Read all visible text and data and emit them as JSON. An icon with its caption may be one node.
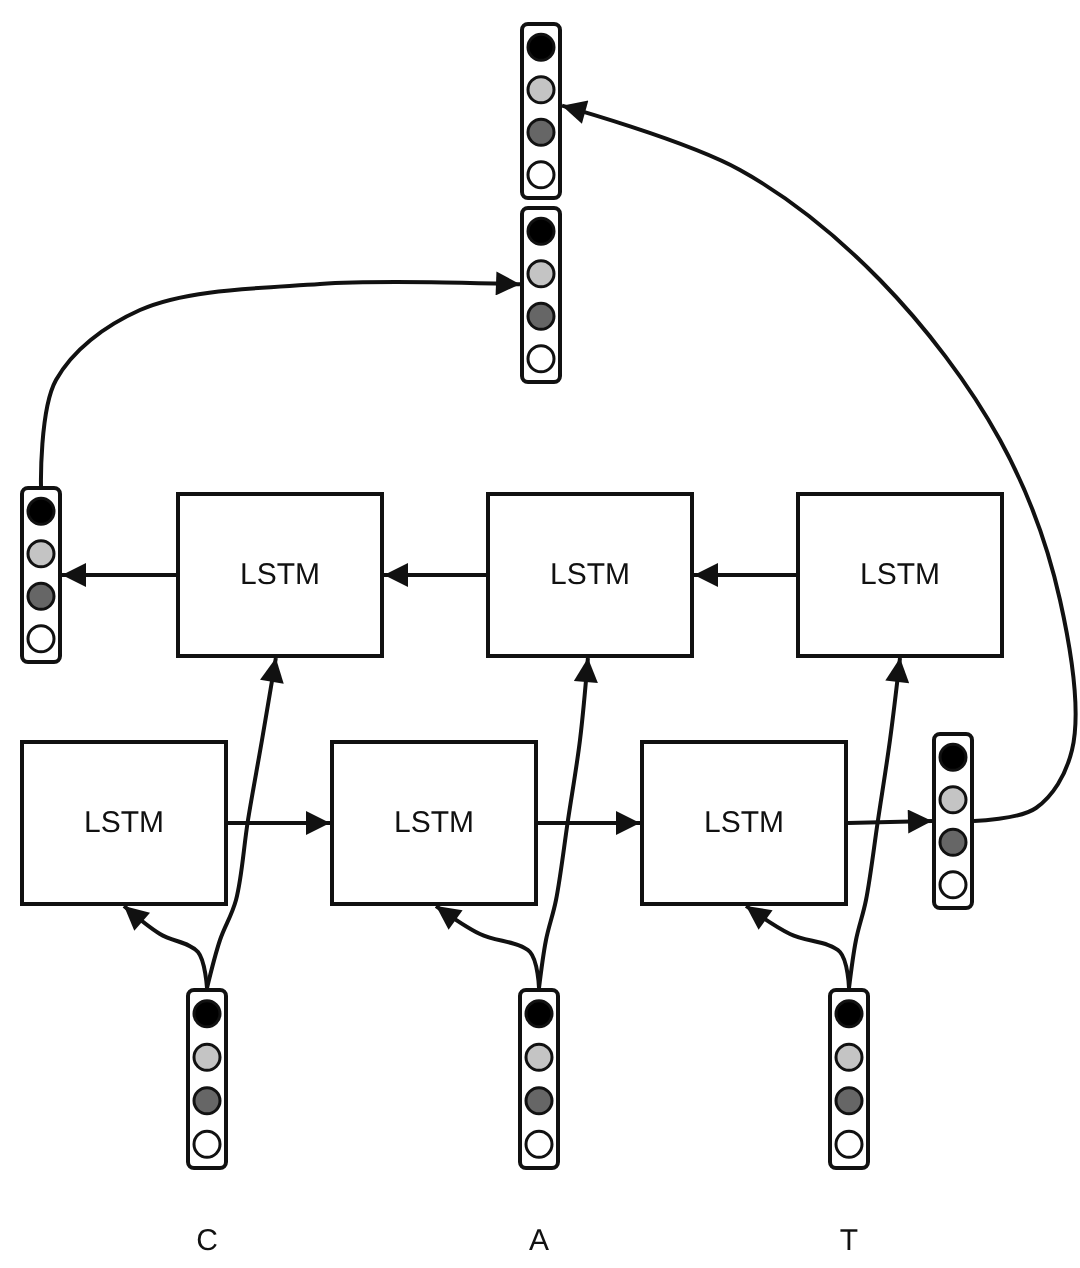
{
  "diagram": {
    "nodes": [
      {
        "text": [],
        "shape": "bar"
      },
      {
        "text": [],
        "shape": "bar"
      },
      {
        "text": [],
        "shape": "bar"
      },
      {
        "text": [
          "LSTM"
        ]
      },
      {
        "text": [
          "LSTM"
        ]
      },
      {
        "text": [
          "LSTM"
        ]
      },
      {
        "text": [
          "LSTM"
        ]
      },
      {
        "text": [
          "LSTM"
        ]
      },
      {
        "text": [
          "LSTM"
        ]
      },
      {
        "text": [],
        "shape": "bar"
      },
      {
        "text": [],
        "shape": "bar",
        "beside": [
          "C"
        ]
      },
      {
        "text": [],
        "shape": "bar",
        "beside": [
          "A"
        ]
      },
      {
        "text": [],
        "shape": "bar",
        "beside": [
          "T"
        ]
      }
    ],
    "edges": [
      {
        "from": 6,
        "to": 7,
        "arrow": "to"
      },
      {
        "from": 7,
        "to": 8,
        "arrow": "to"
      },
      {
        "from": 8,
        "to": 9,
        "arrow": "to"
      },
      {
        "from": 5,
        "to": 4,
        "arrow": "to"
      },
      {
        "from": 4,
        "to": 3,
        "arrow": "to"
      },
      {
        "from": 3,
        "to": 2,
        "arrow": "to"
      },
      {
        "from": 2,
        "to": 1,
        "arrow": "to"
      },
      {
        "from": 9,
        "to": 0,
        "arrow": "to"
      },
      {
        "from": 10,
        "to": 6,
        "arrow": "to"
      },
      {
        "from": 10,
        "to": 3,
        "arrow": "to"
      },
      {
        "from": 11,
        "to": 7,
        "arrow": "to"
      },
      {
        "from": 11,
        "to": 4,
        "arrow": "to"
      },
      {
        "from": 12,
        "to": 8,
        "arrow": "to"
      },
      {
        "from": 12,
        "to": 5,
        "arrow": "to"
      }
    ]
  }
}
